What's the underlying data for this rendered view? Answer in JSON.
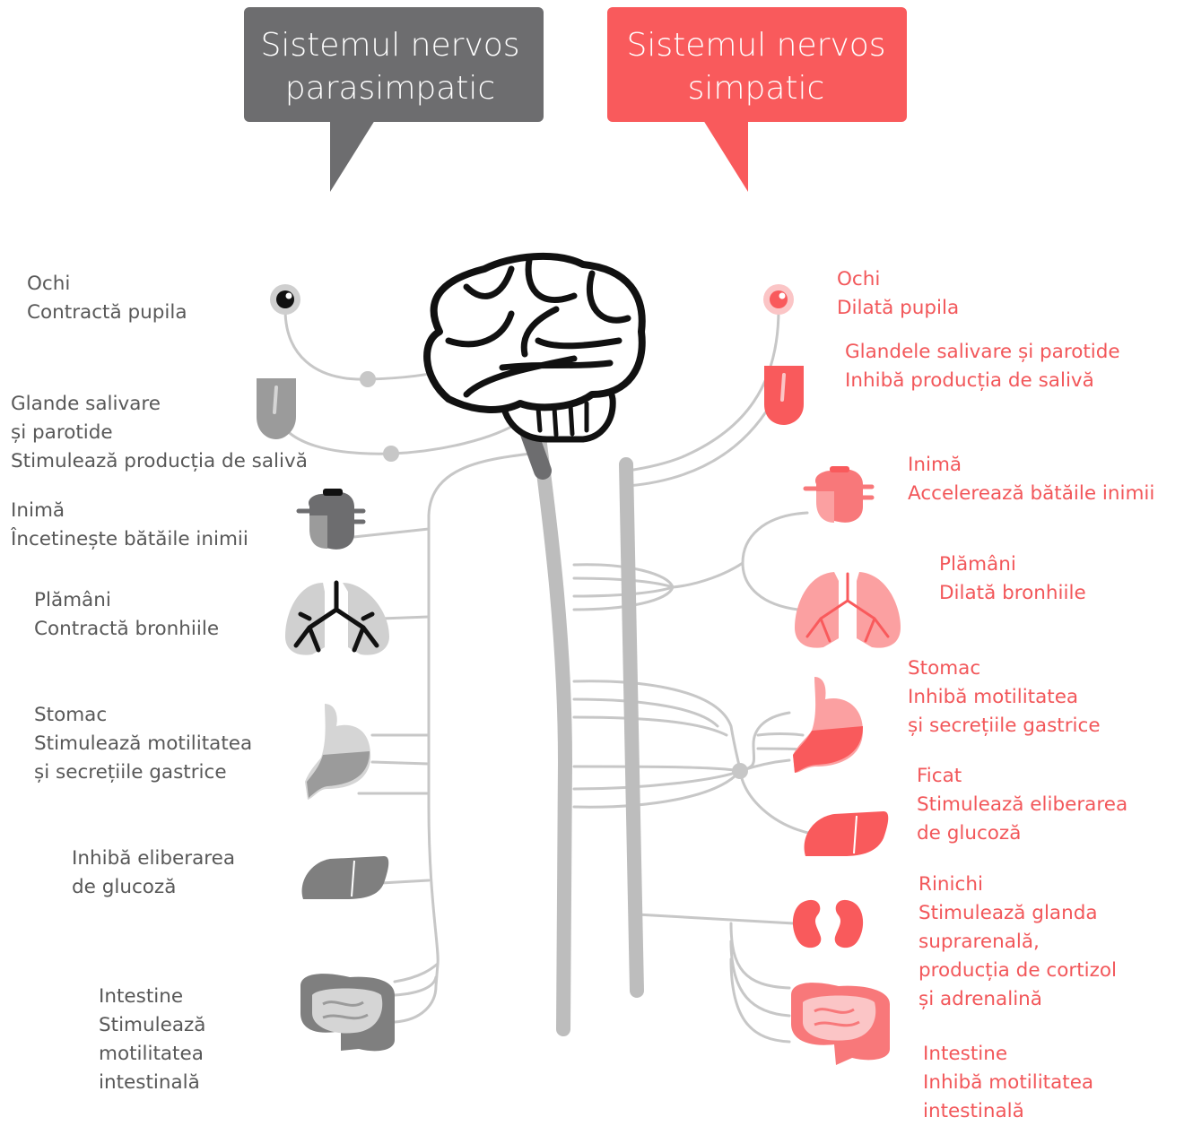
{
  "colors": {
    "parasympathetic": "#6d6d6f",
    "sympathetic": "#f95a5c",
    "nerve": "#c7c7c7",
    "text_parasympathetic": "#585858",
    "text_sympathetic": "#f2575a"
  },
  "header": {
    "parasympathetic": {
      "line1": "Sistemul nervos",
      "line2": "parasimpatic"
    },
    "sympathetic": {
      "line1": "Sistemul nervos",
      "line2": "simpatic"
    }
  },
  "parasympathetic": [
    {
      "icon": "eye-icon",
      "lines": [
        "Ochi",
        "Contractă pupila"
      ]
    },
    {
      "icon": "tongue-icon",
      "lines": [
        "Glande salivare",
        "și parotide",
        "Stimulează producția de salivă"
      ]
    },
    {
      "icon": "heart-icon",
      "lines": [
        "Inimă",
        "Încetinește bătăile inimii"
      ]
    },
    {
      "icon": "lungs-icon",
      "lines": [
        "Plămâni",
        "Contractă bronhiile"
      ]
    },
    {
      "icon": "stomach-icon",
      "lines": [
        "Stomac",
        "Stimulează motilitatea",
        "și secrețiile gastrice"
      ]
    },
    {
      "icon": "liver-icon",
      "lines": [
        "Inhibă eliberarea",
        "de glucoză"
      ]
    },
    {
      "icon": "intestine-icon",
      "lines": [
        "Intestine",
        "Stimulează",
        "motilitatea",
        "intestinală"
      ]
    }
  ],
  "sympathetic": [
    {
      "icon": "eye-icon",
      "lines": [
        "Ochi",
        "Dilată pupila"
      ]
    },
    {
      "icon": "tongue-icon",
      "lines": [
        "Glandele salivare și parotide",
        "Inhibă producția de salivă"
      ]
    },
    {
      "icon": "heart-icon",
      "lines": [
        "Inimă",
        "Accelerează bătăile inimii"
      ]
    },
    {
      "icon": "lungs-icon",
      "lines": [
        "Plămâni",
        "Dilată bronhiile"
      ]
    },
    {
      "icon": "stomach-icon",
      "lines": [
        "Stomac",
        "Inhibă motilitatea",
        "și secrețiile gastrice"
      ]
    },
    {
      "icon": "liver-icon",
      "lines": [
        "Ficat",
        "Stimulează eliberarea",
        "de glucoză"
      ]
    },
    {
      "icon": "kidney-icon",
      "lines": [
        "Rinichi",
        "Stimulează glanda",
        "suprarenală,",
        "producția de cortizol",
        "și adrenalină"
      ]
    },
    {
      "icon": "intestine-icon",
      "lines": [
        "Intestine",
        "Inhibă motilitatea",
        "intestinală"
      ]
    }
  ]
}
